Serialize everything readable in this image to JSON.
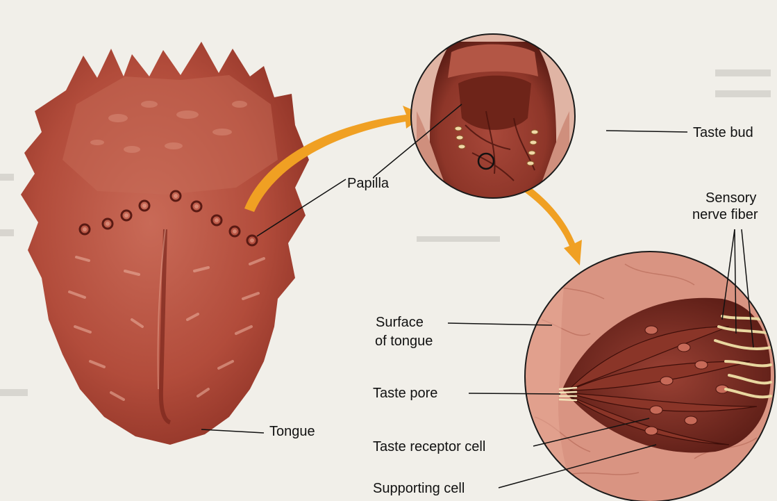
{
  "labels": {
    "papilla": "Papilla",
    "taste_bud": "Taste bud",
    "sensory_nerve_fiber_line1": "Sensory",
    "sensory_nerve_fiber_line2": "nerve fiber",
    "surface_line1": "Surface",
    "surface_line2": "of tongue",
    "taste_pore": "Taste pore",
    "tongue": "Tongue",
    "taste_receptor_cell": "Taste receptor cell",
    "supporting_cell": "Supporting cell"
  },
  "colors": {
    "page_background": "#f1efe9",
    "tongue_flesh": "#b8503f",
    "tongue_dark": "#8c3326",
    "tongue_highlight": "#e6a390",
    "arrow": "#f0a023",
    "bud_interior": "#7a2d22",
    "nerve_fiber": "#e9d7a0",
    "surface_pink": "#dc9a88",
    "leader_line": "#111111"
  }
}
